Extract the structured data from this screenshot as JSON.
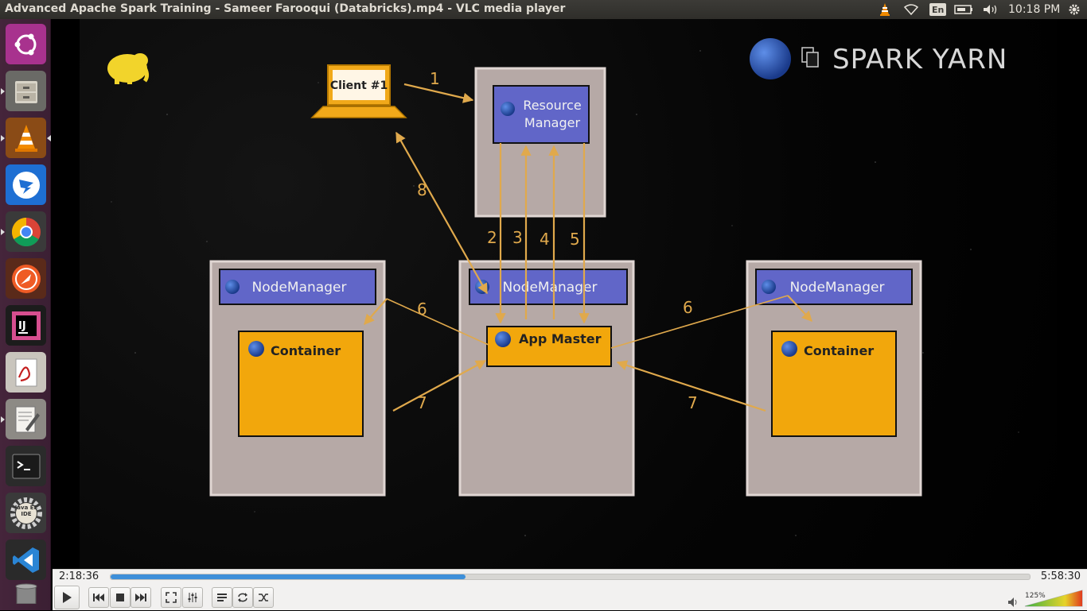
{
  "window": {
    "title": "Advanced Apache Spark Training - Sameer Farooqui (Databricks).mp4 - VLC media player"
  },
  "panel": {
    "keyboard_layout": "En",
    "clock": "10:18 PM"
  },
  "launcher": {
    "items": [
      "ubuntu-dash",
      "files",
      "vlc",
      "dingtalk",
      "chrome",
      "postman",
      "intellij",
      "document-viewer",
      "text-editor",
      "terminal",
      "eclipse-java-ee",
      "vscode",
      "trash"
    ],
    "eclipse_label": "Java EE IDE"
  },
  "slide": {
    "brand": "SPARK YARN",
    "client_label": "Client #1",
    "resource_manager": "Resource Manager",
    "resource_manager_line1": "Resource",
    "resource_manager_line2": "Manager",
    "node_manager": "NodeManager",
    "container": "Container",
    "app_master": "App Master",
    "steps": {
      "s1": "1",
      "s2": "2",
      "s3": "3",
      "s4": "4",
      "s5": "5",
      "s6a": "6",
      "s6b": "6",
      "s7a": "7",
      "s7b": "7",
      "s8": "8"
    }
  },
  "player": {
    "current_time": "2:18:36",
    "total_time": "5:58:30",
    "progress": 0.386,
    "volume_label": "125%",
    "volume": 1.25
  }
}
